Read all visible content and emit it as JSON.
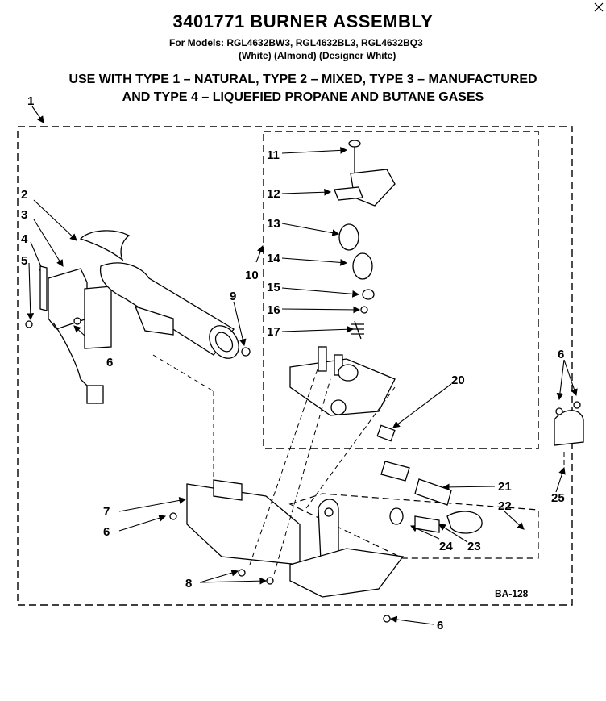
{
  "header": {
    "title": "3401771 BURNER ASSEMBLY",
    "models_line": "For Models:  RGL4632BW3,  RGL4632BL3,  RGL4632BQ3",
    "colors_line": "(White)      (Almond)  (Designer White)",
    "gas_line_1": "USE WITH TYPE 1 – NATURAL, TYPE 2 – MIXED, TYPE 3 – MANUFACTURED",
    "gas_line_2": "AND TYPE 4 – LIQUEFIED PROPANE AND BUTANE GASES"
  },
  "callouts": {
    "c1": "1",
    "c2": "2",
    "c3": "3",
    "c4": "4",
    "c5": "5",
    "c6a": "6",
    "c6b": "6",
    "c6c": "6",
    "c6d": "6",
    "c7": "7",
    "c8": "8",
    "c9": "9",
    "c10": "10",
    "c11": "11",
    "c12": "12",
    "c13": "13",
    "c14": "14",
    "c15": "15",
    "c16": "16",
    "c17": "17",
    "c20": "20",
    "c21": "21",
    "c22": "22",
    "c23": "23",
    "c24": "24",
    "c25": "25"
  },
  "footer": {
    "code": "BA-128"
  }
}
